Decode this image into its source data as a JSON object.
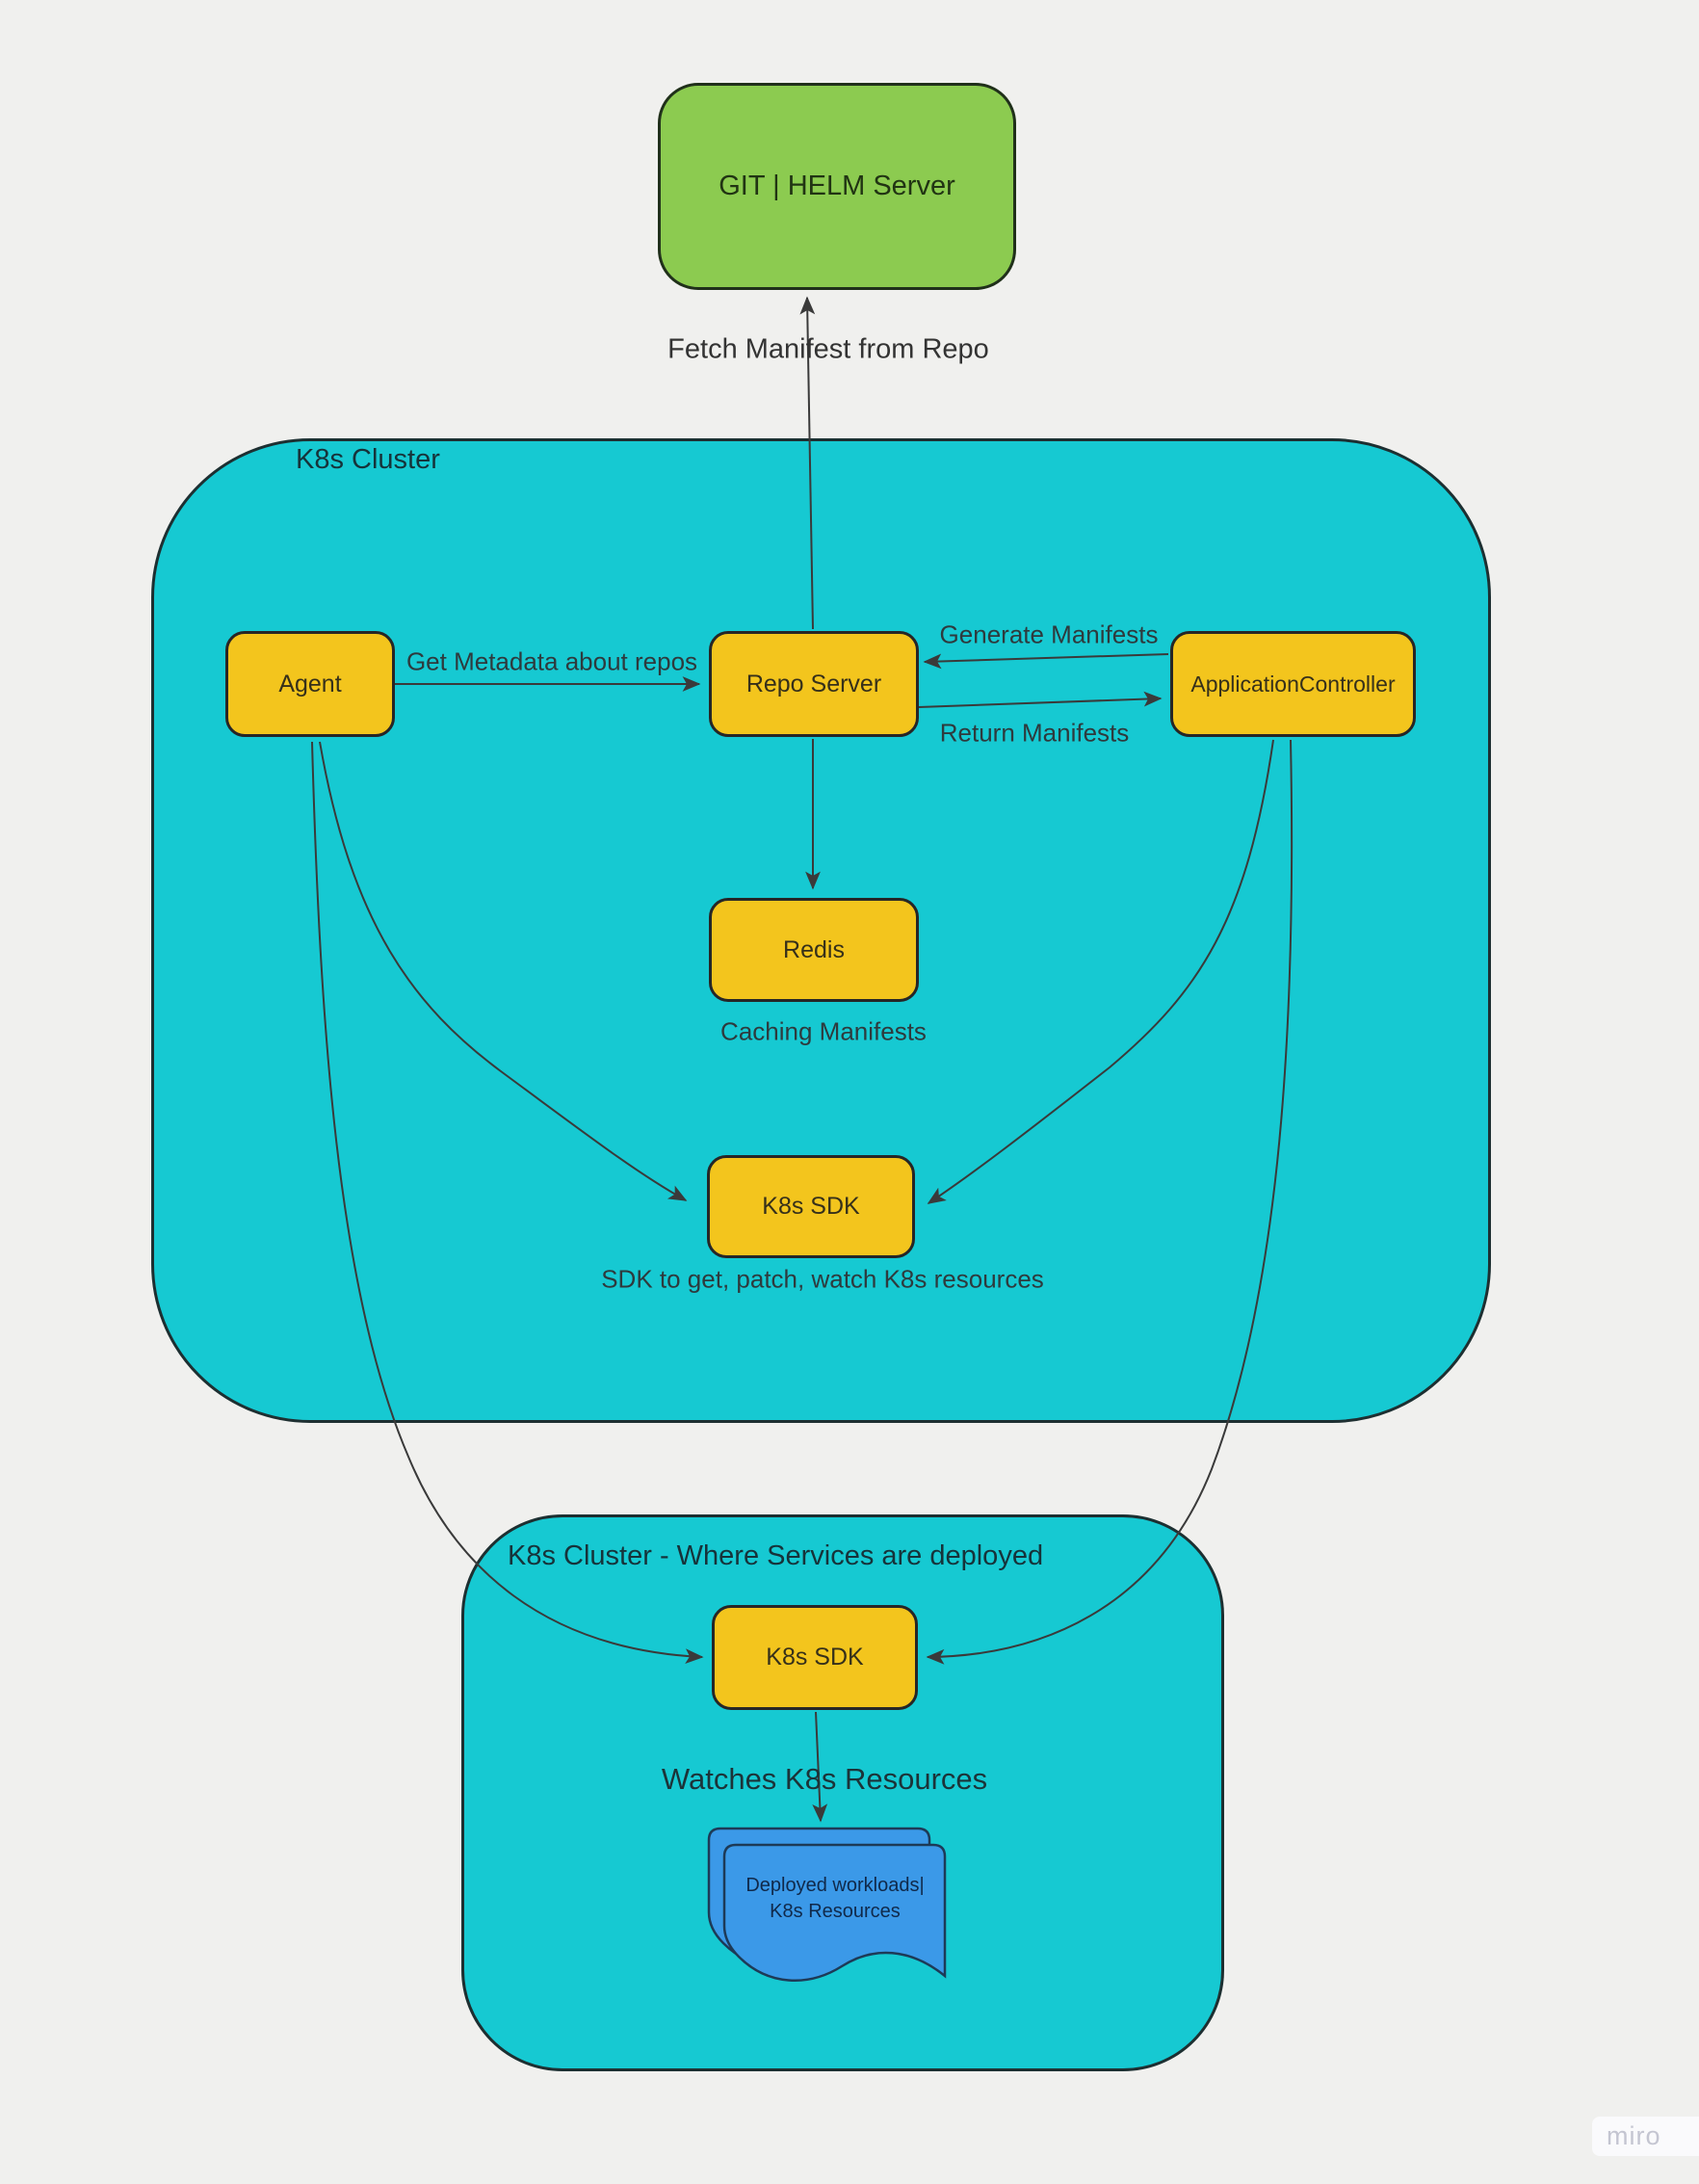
{
  "external": {
    "git_helm_label": "GIT | HELM Server"
  },
  "clusters": [
    {
      "label": "K8s Cluster"
    },
    {
      "label": "K8s Cluster - Where Services are deployed"
    }
  ],
  "nodes": {
    "agent": "Agent",
    "repo_server": "Repo Server",
    "application_controller": "ApplicationController",
    "redis": "Redis",
    "k8s_sdk_main": "K8s SDK",
    "k8s_sdk_deploy": "K8s SDK"
  },
  "labels": {
    "fetch_manifest": "Fetch Manifest from Repo",
    "get_metadata": "Get Metadata about repos",
    "generate_manifests": "Generate Manifests",
    "return_manifests": "Return Manifests",
    "caching_manifests": "Caching Manifests",
    "sdk_description": "SDK to get, patch, watch K8s resources",
    "watches_resources": "Watches K8s Resources"
  },
  "document": {
    "line1": "Deployed workloads|",
    "line2": "K8s Resources"
  },
  "watermark": "miro",
  "colors": {
    "background": "#F0F0EE",
    "cluster_fill": "#16C9D2",
    "node_fill": "#F3C51D",
    "external_fill": "#8CCB50",
    "document_fill": "#3B99E8",
    "connector": "#3A3A3A",
    "text": "#2E3A3D"
  }
}
